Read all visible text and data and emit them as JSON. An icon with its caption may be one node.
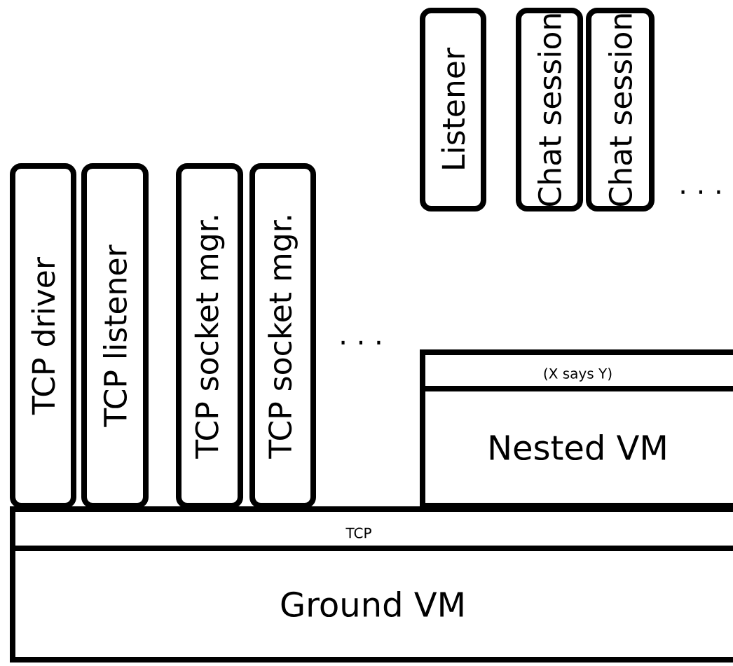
{
  "diagram": {
    "nodes": [
      {
        "text": [
          "Ground VM"
        ]
      },
      {
        "text": [
          "TCP"
        ]
      },
      {
        "text": [
          "Nested VM"
        ]
      },
      {
        "text": [
          "(X says Y)"
        ]
      },
      {
        "text": [
          "TCP driver"
        ]
      },
      {
        "text": [
          "TCP listener"
        ]
      },
      {
        "text": [
          "TCP socket mgr."
        ]
      },
      {
        "text": [
          "TCP socket mgr."
        ]
      },
      {
        "text": [
          "Listener"
        ]
      },
      {
        "text": [
          "Chat session"
        ]
      },
      {
        "text": [
          "Chat session"
        ]
      }
    ],
    "labels": [
      "· · ·",
      "· · ·"
    ]
  }
}
